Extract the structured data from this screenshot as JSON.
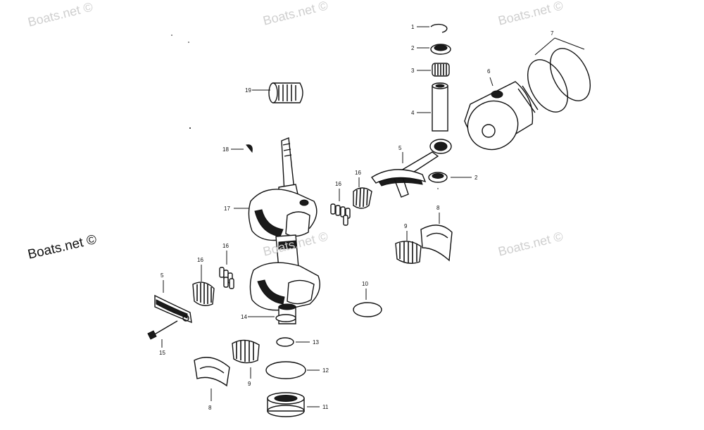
{
  "watermarks": {
    "top_left": "Boats.net ©",
    "top_center": "Boats.net ©",
    "top_right": "Boats.net ©",
    "left_dark": "Boats.net ©",
    "mid_center": "Boats.net ©",
    "mid_right": "Boats.net ©"
  },
  "part_labels": {
    "p1": "1",
    "p2a": "2",
    "p2b": "2",
    "p3": "3",
    "p4": "4",
    "p5a": "5",
    "p5b": "5",
    "p6": "6",
    "p7": "7",
    "p8a": "8",
    "p8b": "8",
    "p9a": "9",
    "p9b": "9",
    "p10": "10",
    "p11": "11",
    "p12": "12",
    "p13": "13",
    "p14": "14",
    "p15": "15",
    "p16a": "16",
    "p16b": "16",
    "p16c": "16",
    "p16d": "16",
    "p17": "17",
    "p18": "18",
    "p19": "19"
  }
}
